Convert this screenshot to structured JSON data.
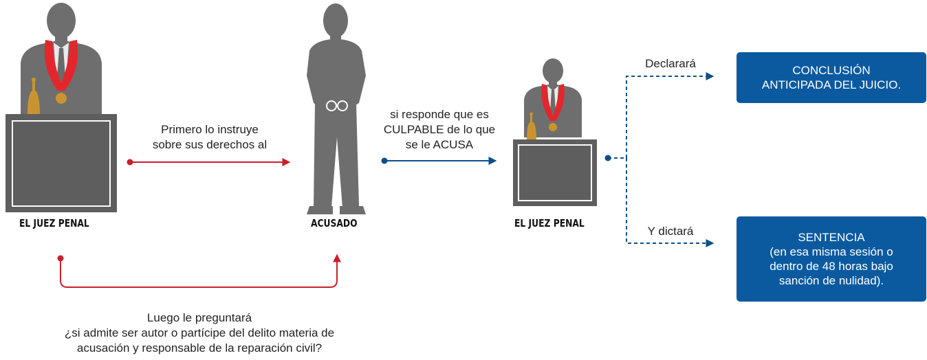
{
  "figures": {
    "judge_left_label": "EL JUEZ PENAL",
    "accused_label": "ACUSADO",
    "judge_right_label": "EL JUEZ PENAL"
  },
  "edges": {
    "instruct_lines": [
      "Primero lo instruye",
      "sobre sus derechos al"
    ],
    "guilty_lines": [
      "si responde que es",
      "CULPABLE de lo que",
      "se le ACUSA"
    ],
    "declare_label": "Declarará",
    "sentence_label": "Y dictará",
    "question_lines": [
      "Luego le preguntará",
      "¿si admite ser autor o partícipe del delito materia de",
      "acusación y responsable de la reparación civil?"
    ]
  },
  "outcomes": {
    "conclusion_lines": [
      "CONCLUSIÓN",
      "ANTICIPADA DEL JUICIO."
    ],
    "sentence_lines": [
      "SENTENCIA",
      "(en esa misma sesión o",
      "dentro de 48 horas bajo",
      "sanción de nulidad)."
    ]
  },
  "colors": {
    "red_arrow": "#c8202a",
    "blue_arrow": "#0b4f8a",
    "box_fill": "#0b5aa0",
    "silhouette": "#6e6e6e",
    "podium": "#5e5e5e",
    "sash": "#e3262c",
    "medal": "#c9942f"
  }
}
